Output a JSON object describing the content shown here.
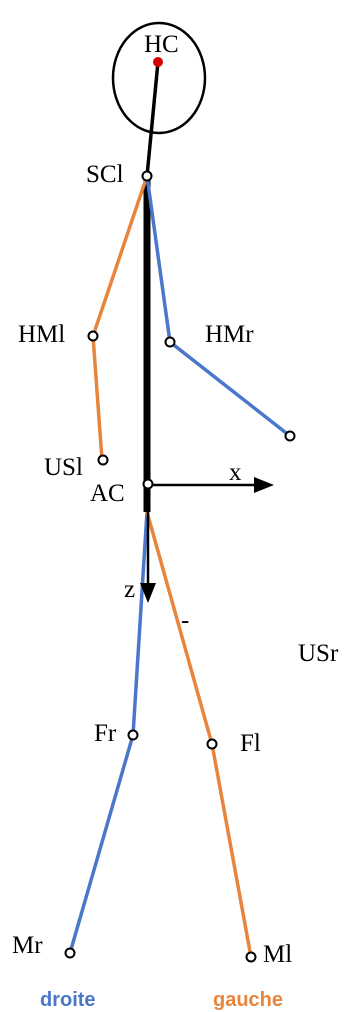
{
  "colors": {
    "droite": "#4a77c9",
    "gauche": "#e8843c",
    "trunk": "#000000",
    "head_center": "#d40000"
  },
  "labels": {
    "hc": "HC",
    "scl": "SCl",
    "hml": "HMl",
    "hmr": "HMr",
    "usl": "USl",
    "usr": "USr",
    "ac": "AC",
    "x_axis": "x",
    "z_axis": "z",
    "fr": "Fr",
    "fl": "Fl",
    "mr": "Mr",
    "ml": "Ml",
    "dash": "-"
  },
  "legend": {
    "droite": "droite",
    "gauche": "gauche"
  }
}
